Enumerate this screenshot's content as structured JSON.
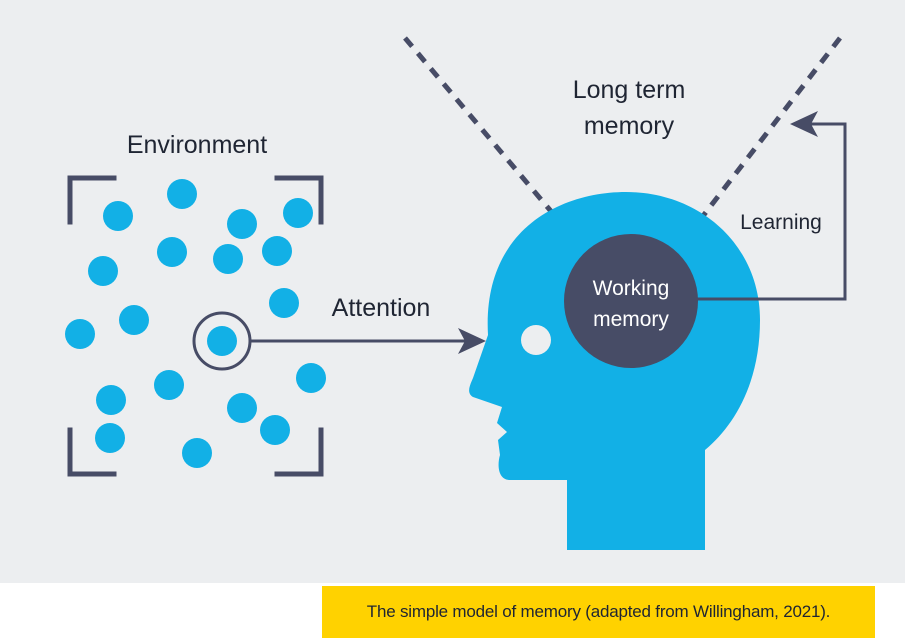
{
  "labels": {
    "environment": "Environment",
    "attention": "Attention",
    "long_term_line1": "Long term",
    "long_term_line2": "memory",
    "learning": "Learning",
    "working_line1": "Working",
    "working_line2": "memory"
  },
  "caption": "The simple model of memory (adapted from Willingham, 2021).",
  "colors": {
    "background": "#eceef0",
    "dot_blue": "#12b0e6",
    "head_blue": "#12b0e6",
    "working_memory_fill": "#474c66",
    "line_dark": "#474c66",
    "caption_bg": "#ffd200",
    "text_dark": "#1f2533"
  }
}
